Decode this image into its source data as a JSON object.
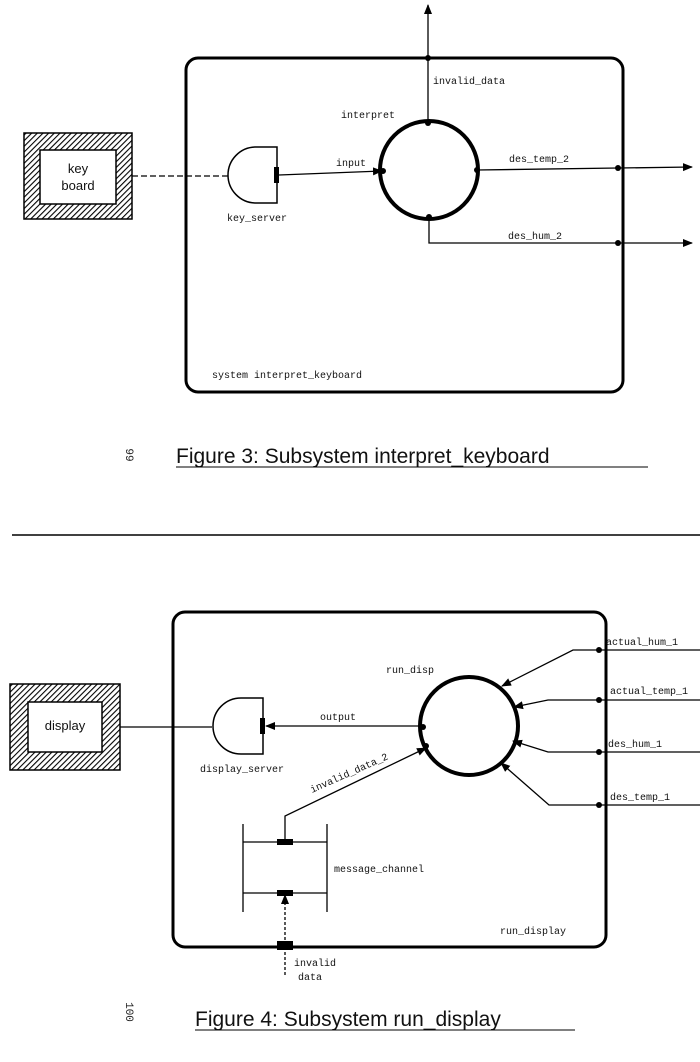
{
  "figure3": {
    "caption": "Figure 3: Subsystem interpret_keyboard",
    "page_number": "99",
    "system_label": "system interpret_keyboard",
    "terminator": {
      "line1": "key",
      "line2": "board"
    },
    "server_label": "key_server",
    "process_label": "interpret",
    "flows": {
      "input": "input",
      "invalid_data": "invalid_data",
      "des_temp_2": "des_temp_2",
      "des_hum_2": "des_hum_2"
    }
  },
  "figure4": {
    "caption": "Figure 4: Subsystem run_display",
    "page_number": "100",
    "system_label": "run_display",
    "terminator": {
      "label": "display"
    },
    "server_label": "display_server",
    "process_label": "run_disp",
    "channel_label": "message_channel",
    "flows": {
      "output": "output",
      "invalid_data_2": "invalid_data_2",
      "invalid_data_line1": "invalid",
      "invalid_data_line2": "data",
      "actual_hum_1": "actual_hum_1",
      "actual_temp_1": "actual_temp_1",
      "des_hum_1": "des_hum_1",
      "des_temp_1": "des_temp_1"
    }
  }
}
